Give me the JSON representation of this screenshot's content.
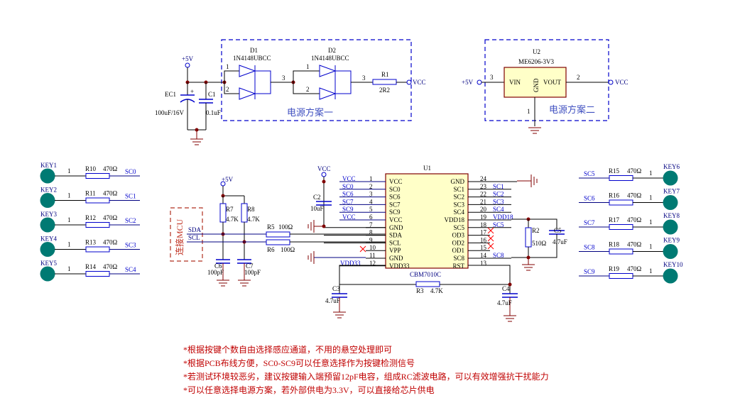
{
  "power_scheme_1": {
    "title": "电源方案一",
    "supply": "+5V",
    "output": "VCC",
    "ec1": {
      "ref": "EC1",
      "value": "100uF/16V"
    },
    "c1": {
      "ref": "C1",
      "value": "0.1uF"
    },
    "d1": {
      "ref": "D1",
      "part": "1N4148UBCC",
      "pin1": "1",
      "pin2": "2",
      "pin3": "3"
    },
    "d2": {
      "ref": "D2",
      "part": "1N4148UBCC",
      "pin1": "1",
      "pin2": "2",
      "pin3": "3"
    },
    "r1": {
      "ref": "R1",
      "value": "2R2"
    }
  },
  "power_scheme_2": {
    "title": "电源方案二",
    "supply": "+5V",
    "output": "VCC",
    "u2": {
      "ref": "U2",
      "part": "ME6206-3V3",
      "vin": "VIN",
      "vout": "VOUT",
      "gnd": "GND",
      "pin_in": "3",
      "pin_out": "2",
      "pin_gnd": "1"
    }
  },
  "keys_left": [
    {
      "key": "KEY1",
      "pin": "1",
      "res": "R10",
      "value": "470Ω",
      "net": "SC0"
    },
    {
      "key": "KEY2",
      "pin": "1",
      "res": "R11",
      "value": "470Ω",
      "net": "SC1"
    },
    {
      "key": "KEY3",
      "pin": "1",
      "res": "R12",
      "value": "470Ω",
      "net": "SC2"
    },
    {
      "key": "KEY4",
      "pin": "1",
      "res": "R13",
      "value": "470Ω",
      "net": "SC3"
    },
    {
      "key": "KEY5",
      "pin": "1",
      "res": "R14",
      "value": "470Ω",
      "net": "SC4"
    }
  ],
  "keys_right": [
    {
      "key": "KEY6",
      "pin": "1",
      "res": "R15",
      "value": "470Ω",
      "net": "SC5"
    },
    {
      "key": "KEY7",
      "pin": "1",
      "res": "R16",
      "value": "470Ω",
      "net": "SC6"
    },
    {
      "key": "KEY8",
      "pin": "1",
      "res": "R17",
      "value": "470Ω",
      "net": "SC7"
    },
    {
      "key": "KEY9",
      "pin": "1",
      "res": "R18",
      "value": "470Ω",
      "net": "SC8"
    },
    {
      "key": "KEY10",
      "pin": "1",
      "res": "R19",
      "value": "470Ω",
      "net": "SC9"
    }
  ],
  "mcu_interface": {
    "title": "连接MCU",
    "supply": "+5V",
    "sda": "SDA",
    "scl": "SCL",
    "r7": {
      "ref": "R7",
      "value": "4.7K"
    },
    "r8": {
      "ref": "R8",
      "value": "4.7K"
    },
    "r5": {
      "ref": "R5",
      "value": "100Ω"
    },
    "r6": {
      "ref": "R6",
      "value": "100Ω"
    },
    "c6": {
      "ref": "C6",
      "value": "100pF"
    },
    "c7": {
      "ref": "C7",
      "value": "100pF"
    }
  },
  "u1": {
    "ref": "U1",
    "part": "CBM7010C",
    "vcc_label": "VCC",
    "c2": {
      "ref": "C2",
      "value": "10uF"
    },
    "left_pins": [
      {
        "num": "1",
        "name": "VCC",
        "net": "VCC"
      },
      {
        "num": "2",
        "name": "SC0",
        "net": "SC0"
      },
      {
        "num": "3",
        "name": "SC6",
        "net": "SC6"
      },
      {
        "num": "4",
        "name": "SC7",
        "net": "SC7"
      },
      {
        "num": "5",
        "name": "SC9",
        "net": "SC9"
      },
      {
        "num": "6",
        "name": "VCC",
        "net": "VCC"
      },
      {
        "num": "7",
        "name": "GND",
        "net": ""
      },
      {
        "num": "8",
        "name": "SDA",
        "net": ""
      },
      {
        "num": "9",
        "name": "SCL",
        "net": ""
      },
      {
        "num": "10",
        "name": "VPP",
        "net": ""
      },
      {
        "num": "11",
        "name": "GND",
        "net": ""
      },
      {
        "num": "12",
        "name": "VDD33",
        "net": "VDD33"
      }
    ],
    "right_pins": [
      {
        "num": "24",
        "name": "GND",
        "net": ""
      },
      {
        "num": "23",
        "name": "SC1",
        "net": "SC1"
      },
      {
        "num": "22",
        "name": "SC2",
        "net": "SC2"
      },
      {
        "num": "21",
        "name": "SC3",
        "net": "SC3"
      },
      {
        "num": "20",
        "name": "SC4",
        "net": "SC4"
      },
      {
        "num": "19",
        "name": "VDD18",
        "net": "VDD18"
      },
      {
        "num": "18",
        "name": "SC5",
        "net": "SC5"
      },
      {
        "num": "17",
        "name": "OD3",
        "net": ""
      },
      {
        "num": "16",
        "name": "OD2",
        "net": ""
      },
      {
        "num": "15",
        "name": "OD1",
        "net": ""
      },
      {
        "num": "14",
        "name": "SC8",
        "net": "SC8"
      },
      {
        "num": "13",
        "name": "RST",
        "net": ""
      }
    ],
    "r2": {
      "ref": "R2",
      "value": "510Ω"
    },
    "c5": {
      "ref": "C5",
      "value": "4.7uF"
    },
    "c3": {
      "ref": "C3",
      "value": "4.7uF"
    },
    "c4": {
      "ref": "C4",
      "value": "4.7uF"
    },
    "r3": {
      "ref": "R3",
      "value": "4.7K"
    }
  },
  "notes": [
    "*根据按键个数自由选择感应通道，不用的悬空处理即可",
    "*根据PCB布线方便，SC0-SC9可以任意选择作为按键检测信号",
    "*若测试环境较恶劣，建议按键输入端预留12pF电容，组成RC滤波电路，可以有效增强抗干扰能力",
    "*可以任意选择电源方案，若外部供电为3.3V，可以直接给芯片供电"
  ]
}
